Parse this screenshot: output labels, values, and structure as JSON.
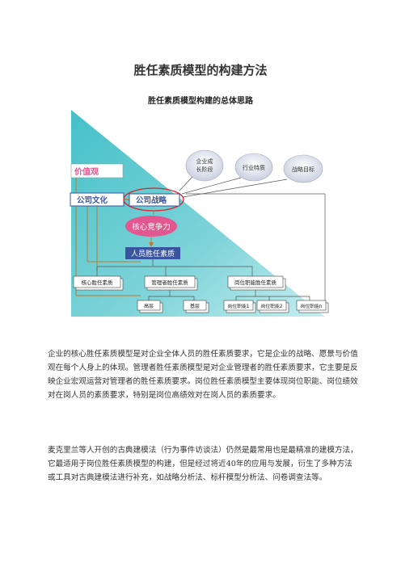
{
  "document": {
    "title": "胜任素质模型的构建方法",
    "subtitle": "胜任素质模型构建的总体思路",
    "paragraphs": [
      "企业的核心胜任素质模型是对企业全体人员的胜任素质要求，它是企业的战略、愿景与价值观在每个人身上的体现。管理者胜任素质模型是对企业管理者的胜任素质要求，它主要是反映企业宏观运营对管理者的胜任素质要求。岗位胜任素质模型主要体现岗位职能、岗位绩效对在岗人员的素质要求，特别是岗位高绩效对在岗人员的素质要求。",
      "麦克里兰等人开创的古典建模法（行为事件访谈法）仍然是最常用也是最精准的建模方法，它最适用于岗位胜任素质模型的构建，但是经过将近40年的应用与发展，衍生了多种方法或工具对古典建模法进行补充，如战略分析法、标杆模型分析法、问卷调查法等。"
    ]
  },
  "diagram": {
    "colors": {
      "triangle": "#5bc9cf",
      "triangle_light": "#a9e3e6",
      "box_blue": "#3a55a0",
      "pink": "#e2578f",
      "arrow": "#c0772e",
      "red_ellipse": "#d8232a"
    },
    "clouds": [
      "企业成长阶段",
      "行业特质",
      "战略目标"
    ],
    "value_box": "价值观",
    "culture_box": "公司文化",
    "strategy_box": "公司战略",
    "core_competence": "核心竞争力",
    "personnel_box": "人员胜任素质",
    "tier2": [
      "核心胜任素质",
      "管理者胜任素质",
      "岗位职能胜任素质"
    ],
    "tier3": [
      "高层",
      "基层",
      "岗位职能1",
      "岗位职能2",
      "岗位职能n"
    ]
  }
}
